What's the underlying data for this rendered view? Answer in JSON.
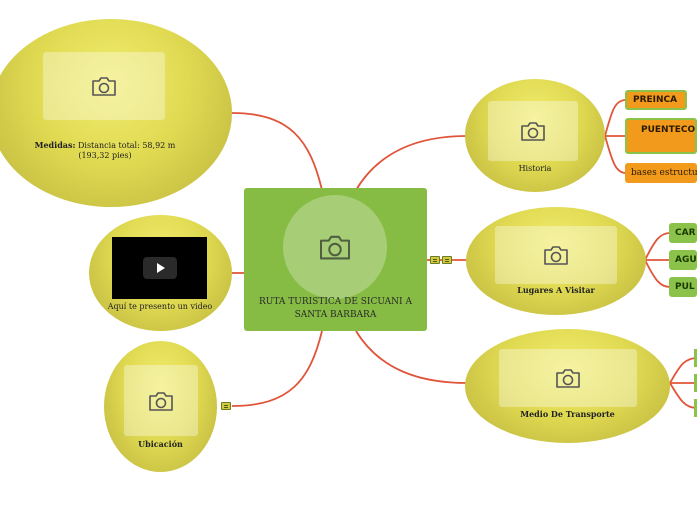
{
  "center": {
    "title": "RUTA TURISTICA DE SICUANI A SANTA BARBARA"
  },
  "medidas": {
    "label_bold": "Medidas:",
    "label_rest": " Distancia total: 58,92 m (193,32 pies)"
  },
  "video": {
    "label": "Aquí te presento un video"
  },
  "ubicacion": {
    "label": "Ubicación"
  },
  "historia": {
    "label": "Historia",
    "children": [
      "PREINCA",
      "PUENTECO",
      "bases estructura"
    ]
  },
  "lugares": {
    "label": "Lugares A Visitar",
    "children": [
      "CAR",
      "AGU",
      "PUL"
    ]
  },
  "transporte": {
    "label": "Medio De Transporte"
  },
  "colors": {
    "connector": "#e0553a",
    "center": "#86bc43",
    "topic": "#e0da52",
    "tag_orange": "#f29a1b",
    "tag_green": "#8bc34a"
  },
  "icons": [
    "camera-icon",
    "play-icon",
    "notes-icon"
  ]
}
